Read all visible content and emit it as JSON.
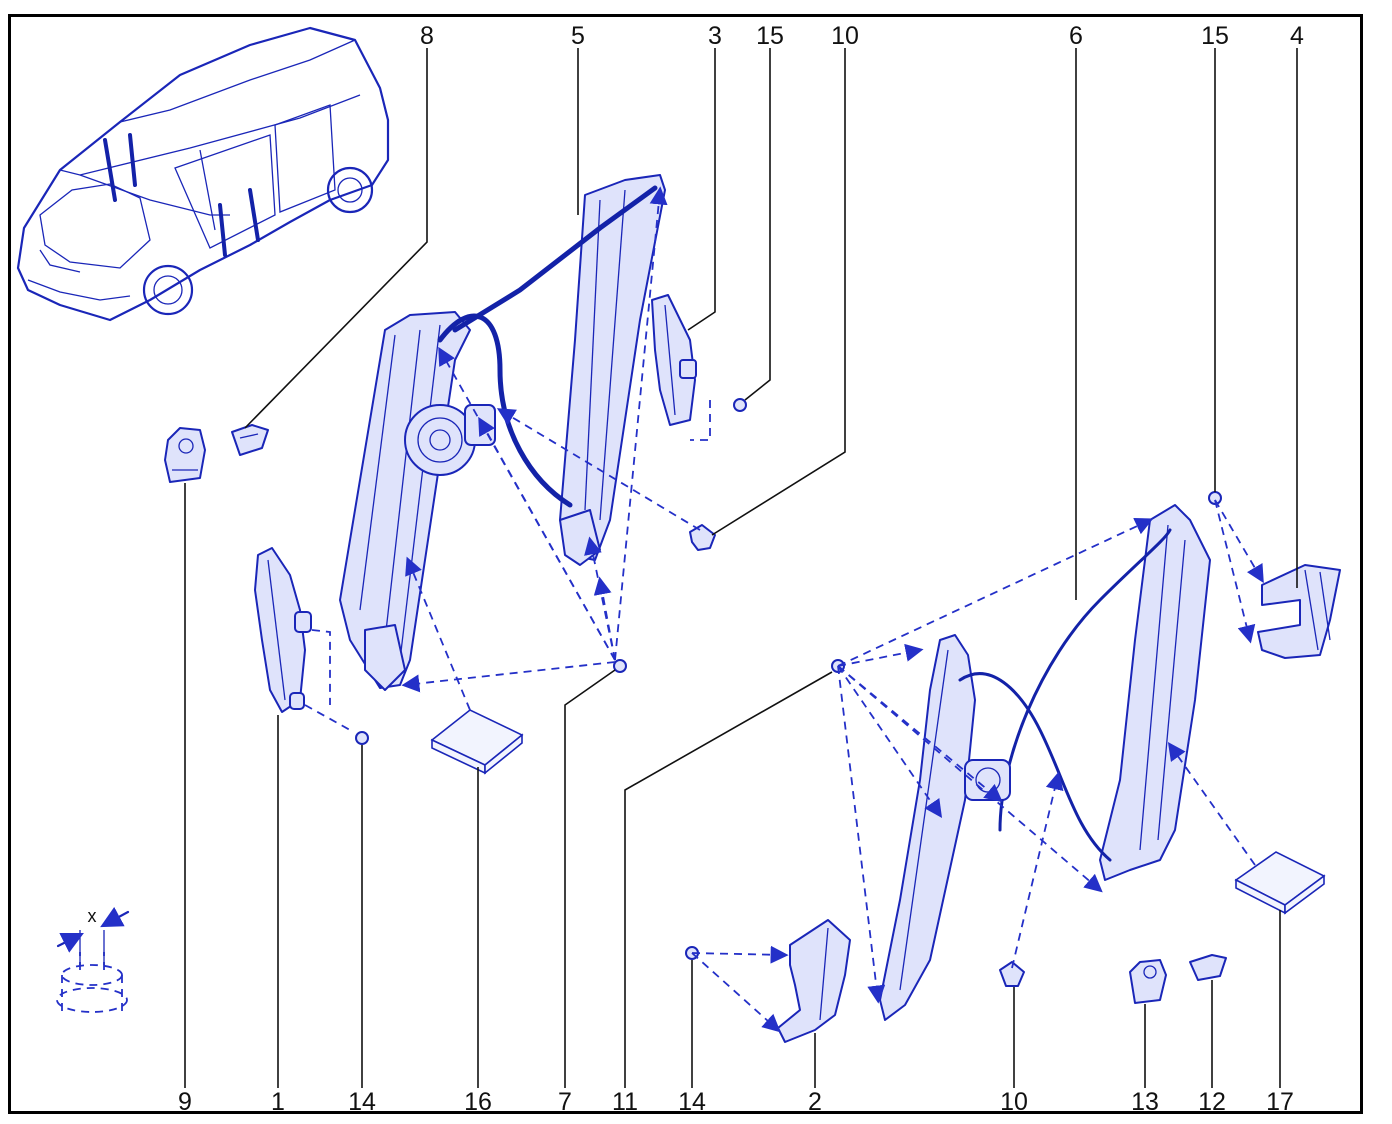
{
  "callouts_top": [
    "8",
    "5",
    "3",
    "15",
    "10",
    "6",
    "15",
    "4"
  ],
  "callouts_bottom": [
    "9",
    "1",
    "14",
    "16",
    "7",
    "11",
    "14",
    "2",
    "10",
    "13",
    "12",
    "17"
  ],
  "detail_label": "x",
  "colors": {
    "parts": "#1a26b8",
    "frame": "#000000",
    "text": "#111111"
  }
}
